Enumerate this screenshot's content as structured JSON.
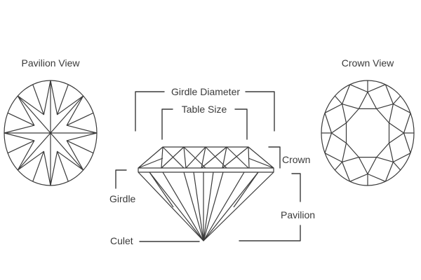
{
  "labels": {
    "pavilion_view": "Pavilion View",
    "crown_view": "Crown View",
    "girdle_diameter": "Girdle Diameter",
    "table_size": "Table Size",
    "crown": "Crown",
    "girdle": "Girdle",
    "pavilion": "Pavilion",
    "culet": "Culet"
  },
  "colors": {
    "line": "#3a3a3a",
    "background": "#ffffff"
  },
  "diagram": {
    "subject": "round brilliant diamond anatomy",
    "views": [
      "pavilion-view-diagram",
      "side-profile-diagram",
      "crown-view-diagram"
    ],
    "pavilion_main_facets": 8,
    "crown_main_facets": 8
  }
}
